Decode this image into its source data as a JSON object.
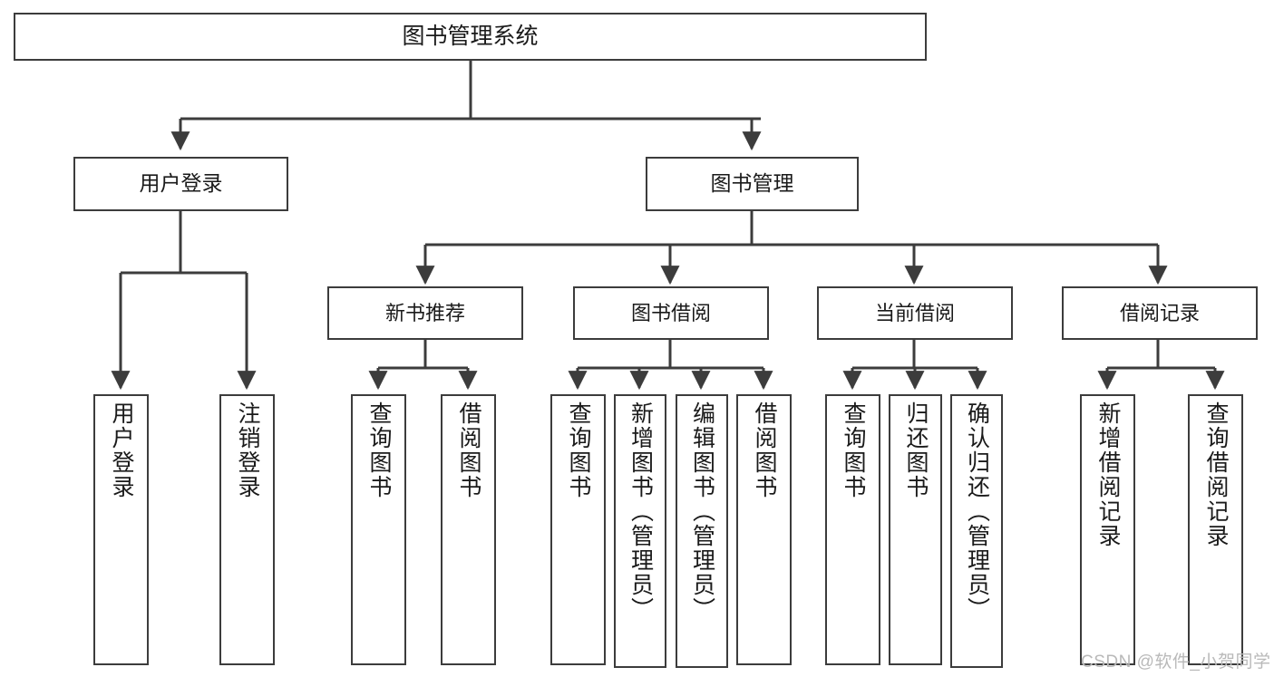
{
  "diagram": {
    "type": "tree-hierarchy-diagram",
    "title": "图书管理系统",
    "nodes": {
      "root": {
        "label": "图书管理系统"
      },
      "level2": [
        {
          "id": "user-login",
          "label": "用户登录"
        },
        {
          "id": "book-management",
          "label": "图书管理"
        }
      ],
      "level3": [
        {
          "id": "new-book-recommend",
          "label": "新书推荐",
          "parent": "book-management"
        },
        {
          "id": "book-borrow",
          "label": "图书借阅",
          "parent": "book-management"
        },
        {
          "id": "current-borrow",
          "label": "当前借阅",
          "parent": "book-management"
        },
        {
          "id": "borrow-record",
          "label": "借阅记录",
          "parent": "book-management"
        }
      ],
      "leaves": {
        "user-login": [
          {
            "id": "leaf-user-login",
            "label": "用户登录"
          },
          {
            "id": "leaf-user-logout",
            "label": "注销登录"
          }
        ],
        "new-book-recommend": [
          {
            "id": "leaf-query-book-1",
            "label": "查询图书"
          },
          {
            "id": "leaf-borrow-book-1",
            "label": "借阅图书"
          }
        ],
        "book-borrow": [
          {
            "id": "leaf-query-book-2",
            "label": "查询图书"
          },
          {
            "id": "leaf-add-book",
            "label": "新增图书（管理员）"
          },
          {
            "id": "leaf-edit-book",
            "label": "编辑图书（管理员）"
          },
          {
            "id": "leaf-borrow-book-2",
            "label": "借阅图书"
          }
        ],
        "current-borrow": [
          {
            "id": "leaf-query-book-3",
            "label": "查询图书"
          },
          {
            "id": "leaf-return-book",
            "label": "归还图书"
          },
          {
            "id": "leaf-confirm-return",
            "label": "确认归还（管理员）"
          }
        ],
        "borrow-record": [
          {
            "id": "leaf-add-record",
            "label": "新增借阅记录"
          },
          {
            "id": "leaf-query-record",
            "label": "查询借阅记录"
          }
        ]
      }
    },
    "colors": {
      "stroke": "#3c3c3c",
      "fill": "#ffffff",
      "text": "#1a1a1a",
      "watermark": "#b9b9b9"
    }
  },
  "watermark": {
    "text": "CSDN @软件_小贺同学"
  }
}
